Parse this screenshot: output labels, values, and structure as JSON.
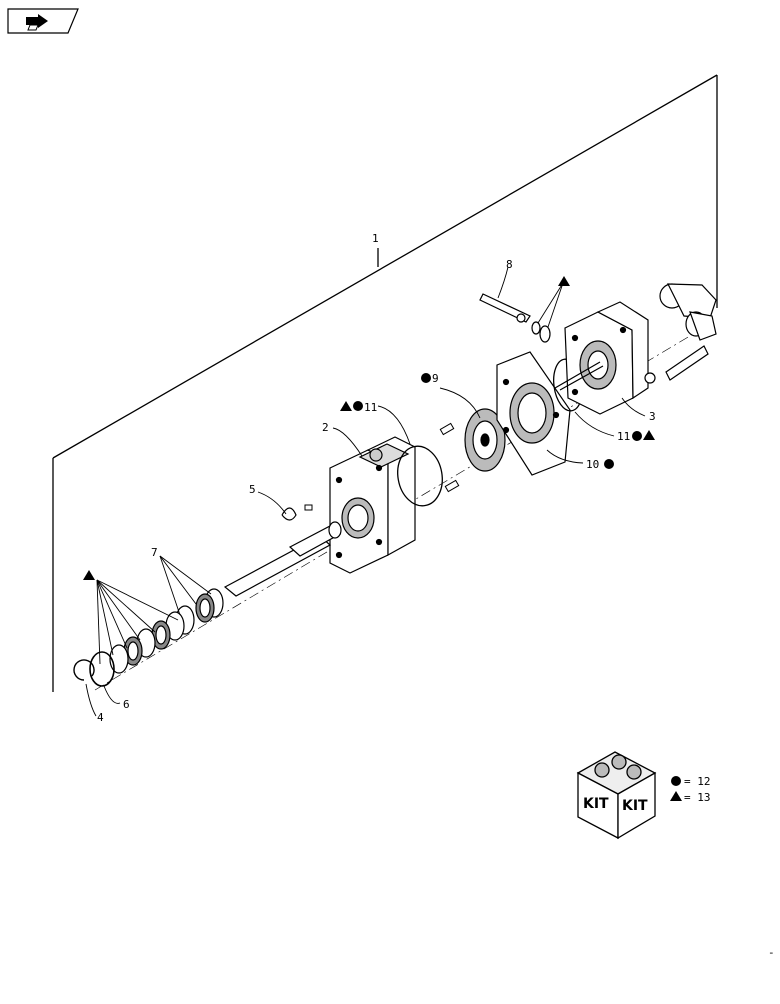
{
  "nav": {
    "icon": "forward-arrow-icon"
  },
  "callouts": {
    "c1": "1",
    "c2": "2",
    "c3": "3",
    "c4": "4",
    "c5": "5",
    "c6": "6",
    "c7": "7",
    "c8": "8",
    "c9": "9",
    "c10": "10",
    "c11a": "11",
    "c11b": "11"
  },
  "legend": {
    "kit_text_left": "KIT",
    "kit_text_right": "KIT",
    "circle_line": "= 12",
    "triangle_line": "= 13"
  },
  "page_mark": "-"
}
